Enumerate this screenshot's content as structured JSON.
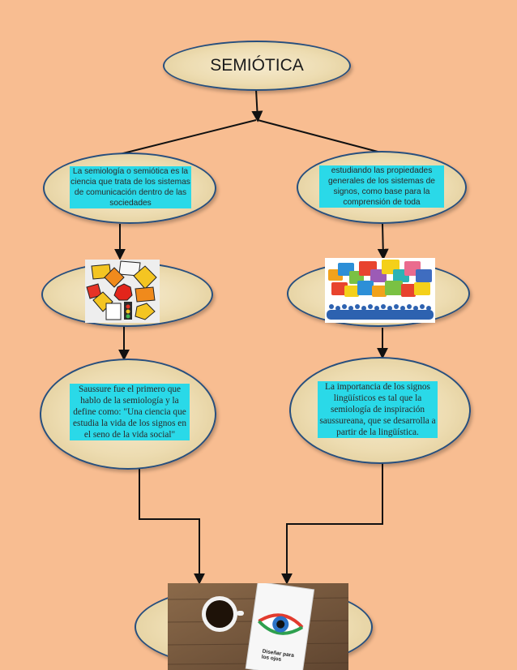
{
  "diagram": {
    "title": "SEMIÓTICA",
    "left_definition": "La semiología o semiótica es la ciencia que trata de los sistemas de comunicación dentro de las sociedades",
    "right_definition": "estudiando las propiedades generales de los sistemas de signos, como base para la comprensión de toda",
    "left_saussure": "Saussure fue el primero que hablo de la semiología y la define como: \"Una ciencia que estudia la vida de los signos en el seno de la vida social\"",
    "right_importance": "La importancia de los signos lingüísticos es tal que la semiología de inspiración saussureana, que se desarrolla a partir de la lingüística.",
    "book_title": "Diseñar para los ojos"
  },
  "images": {
    "left_image": "traffic-signs-collage",
    "right_image": "speech-bubbles-crowd",
    "bottom_image": "coffee-and-book-photo"
  },
  "colors": {
    "background": "#f8bd91",
    "ellipse_fill": "#eddcb1",
    "ellipse_border": "#274f7e",
    "text_highlight": "#2ad9e8",
    "connector": "#111111"
  }
}
